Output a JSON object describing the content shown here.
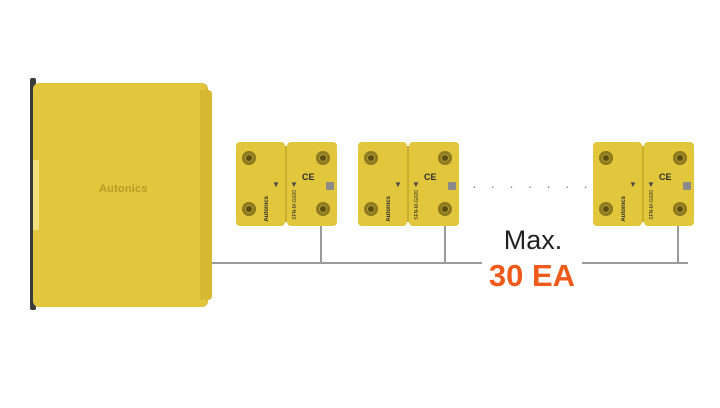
{
  "controller": {
    "brand": "Autonics"
  },
  "sensors": [
    {
      "id": "sensor-1",
      "brand": "Autonics",
      "model": "SFN-M-G020",
      "cert": "CE"
    },
    {
      "id": "sensor-2",
      "brand": "Autonics",
      "model": "SFN-M-G020",
      "cert": "CE"
    },
    {
      "id": "sensor-3",
      "brand": "Autonics",
      "model": "SFN-M-G020",
      "cert": "CE"
    }
  ],
  "ellipsis": "· · · · · · ·",
  "capacity": {
    "label": "Max.",
    "count": "30 EA"
  },
  "colors": {
    "accent": "#ee5a19",
    "body": "#e2c63c",
    "wire": "#9a9a9a"
  }
}
